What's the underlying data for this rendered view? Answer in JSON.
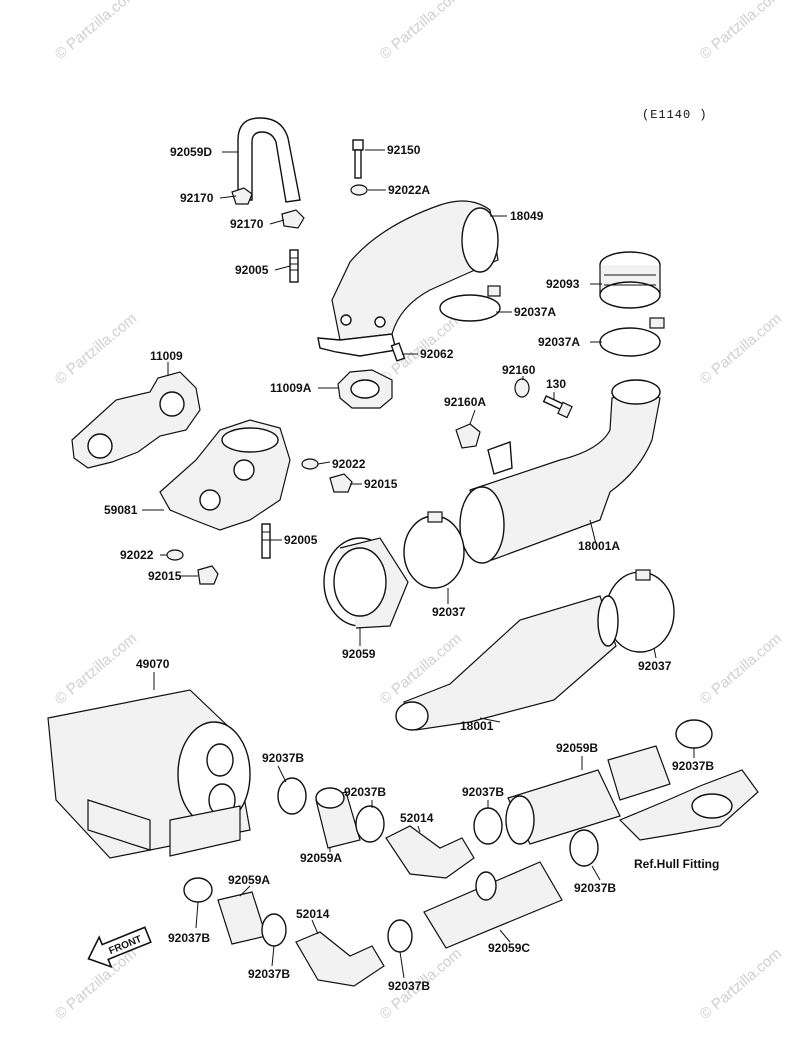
{
  "diagram": {
    "ref_code": "(E1140 )",
    "watermark": "© Partzilla.com",
    "front_marker": "FRONT",
    "parts": {
      "p_92059D": "92059D",
      "p_92170_a": "92170",
      "p_92170_b": "92170",
      "p_92005_a": "92005",
      "p_92150": "92150",
      "p_92022A": "92022A",
      "p_18049": "18049",
      "p_92093": "92093",
      "p_92037A_a": "92037A",
      "p_92037A_b": "92037A",
      "p_92062": "92062",
      "p_11009": "11009",
      "p_11009A": "11009A",
      "p_92160": "92160",
      "p_92160A": "92160A",
      "p_130": "130",
      "p_92022_a": "92022",
      "p_92015_a": "92015",
      "p_59081": "59081",
      "p_92005_b": "92005",
      "p_92022_b": "92022",
      "p_92015_b": "92015",
      "p_18001A": "18001A",
      "p_92037_a": "92037",
      "p_92059": "92059",
      "p_92037_b": "92037",
      "p_49070": "49070",
      "p_18001": "18001",
      "p_92037B_a": "92037B",
      "p_92059B": "92059B",
      "p_92037B_b": "92037B",
      "p_92037B_c": "92037B",
      "p_92037B_d": "92037B",
      "p_52014_a": "52014",
      "p_92059A_a": "92059A",
      "p_92037B_e": "92037B",
      "p_ref_hull": "Ref.Hull Fitting",
      "p_92059A_b": "92059A",
      "p_92037B_f": "92037B",
      "p_52014_b": "52014",
      "p_92059C": "92059C",
      "p_92037B_g": "92037B",
      "p_92037B_h": "92037B"
    }
  }
}
